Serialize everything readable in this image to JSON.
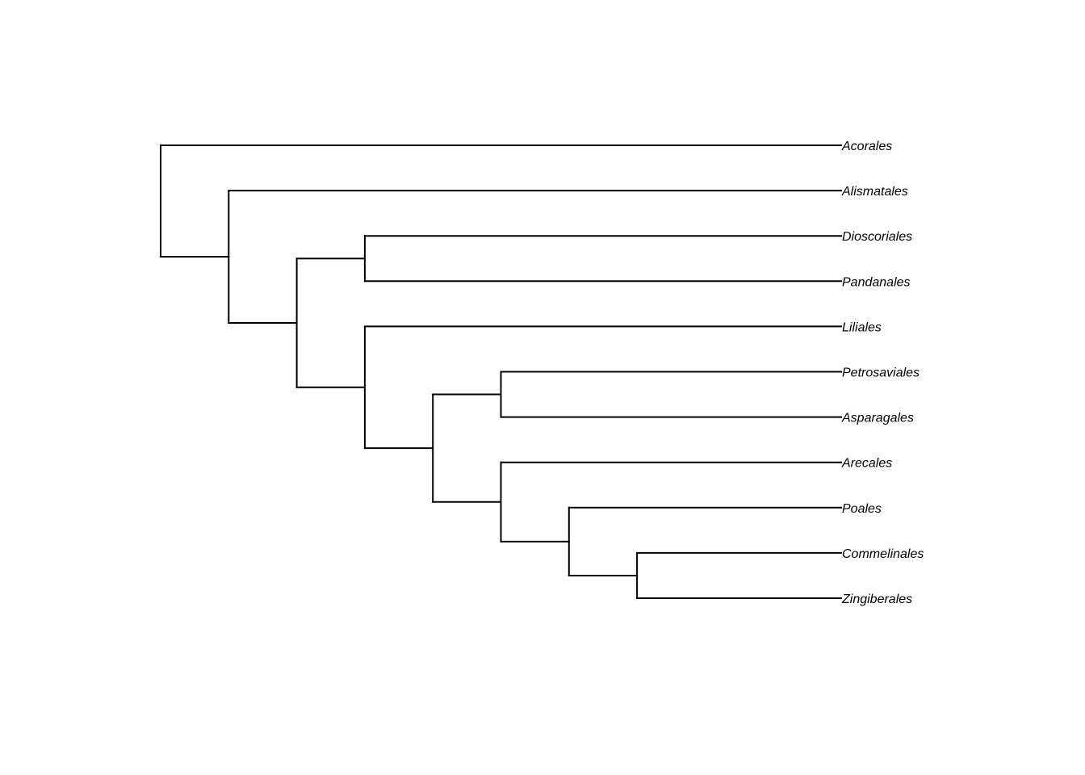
{
  "tree": {
    "type": "cladogram",
    "orientation": "left-to-right",
    "line_color": "#000000",
    "label_color": "#000000",
    "label_style": "italic",
    "tips": [
      "Acorales",
      "Alismatales",
      "Dioscoriales",
      "Pandanales",
      "Liliales",
      "Petrosaviales",
      "Asparagales",
      "Arecales",
      "Poales",
      "Commelinales",
      "Zingiberales"
    ],
    "topology": {
      "children": [
        {
          "tip": "Acorales"
        },
        {
          "children": [
            {
              "tip": "Alismatales"
            },
            {
              "children": [
                {
                  "children": [
                    {
                      "tip": "Dioscoriales"
                    },
                    {
                      "tip": "Pandanales"
                    }
                  ]
                },
                {
                  "children": [
                    {
                      "tip": "Liliales"
                    },
                    {
                      "children": [
                        {
                          "children": [
                            {
                              "tip": "Petrosaviales"
                            },
                            {
                              "tip": "Asparagales"
                            }
                          ]
                        },
                        {
                          "children": [
                            {
                              "tip": "Arecales"
                            },
                            {
                              "children": [
                                {
                                  "tip": "Poales"
                                },
                                {
                                  "children": [
                                    {
                                      "tip": "Commelinales"
                                    },
                                    {
                                      "tip": "Zingiberales"
                                    }
                                  ]
                                }
                              ]
                            }
                          ]
                        }
                      ]
                    }
                  ]
                }
              ]
            }
          ]
        }
      ]
    }
  }
}
